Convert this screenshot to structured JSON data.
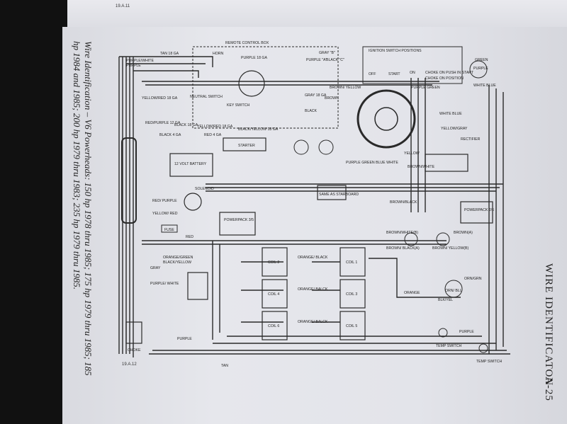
{
  "page": {
    "top_page_ref": "19.A.11",
    "bottom_ref": "19.A.12",
    "running_head": "WIRE IDENTIFICATON",
    "page_number": "A-25",
    "caption_line1": "Wire Identification – V6 Powerheads: 150 hp 1978 thru 1985; 175 hp 1979 thru 1985; 185",
    "caption_line2": "hp 1984 and 1985; 200 hp 1979 thru 1983; 235 hp 1979 thru 1985."
  },
  "diagram": {
    "remote_control_box": "REMOTE CONTROL BOX",
    "ignition_switch_positions": "IGNITION SWITCH POSITIONS",
    "ign_off": "OFF",
    "ign_start": "START",
    "ign_on": "ON",
    "ign_choke": "CHOKE ON PUSH IN START",
    "ign_choke2": "CHOKE ON POSITION",
    "tan18": "TAN 18 GA",
    "horn": "HORN",
    "purple18": "PURPLE 18 GA",
    "purple_white": "PURPLE/WHITE",
    "purple": "PURPLE",
    "gray_b": "GRAY \"B\"",
    "purple_a": "PURPLE \"A\"",
    "black_c": "BLACK \"C\"",
    "gray18": "GRAY 18 GA",
    "black": "BLACK",
    "yellow_red18": "YELLOW/RED 18 GA",
    "neutral_switch": "NEUTRAL SWITCH",
    "key_switch": "KEY SWITCH",
    "red_purple12": "RED/PURPLE 12 GA",
    "black18": "BLACK 18 GA",
    "yellow_red18b": "YELLOW/RED 18 GA",
    "black_yellow18": "BLACK/YELLOW 18 GA",
    "black4": "BLACK 4 GA",
    "red4": "RED 4 GA",
    "starter": "STARTER",
    "battery": "12 VOLT BATTERY",
    "solenoid": "SOLENOID",
    "red_purple": "RED/ PURPLE",
    "yellow_red": "YELLOW/ RED",
    "fuse": "FUSE",
    "red": "RED",
    "brown_yellow": "BROWN/ YELLOW",
    "brown": "BROWN",
    "purple_green": "PURPLE GREEN",
    "white_blue": "WHITE BLUE",
    "yellow_gray": "YELLOW/GRAY",
    "yellow": "YELLOW",
    "rectifier": "RECTIFIER",
    "brown_white": "BROWN/WHITE",
    "same_as_starboard": "SAME AS STARBOARD",
    "purple_green_blue_white": "PURPLE GREEN BLUE WHITE",
    "brown_black": "BROWN/BLACK",
    "brown_a": "BROWN(A)",
    "brown_white_b": "BROWN/WHITE(B)",
    "brown_black_a": "BROWN/ BLACK(A)",
    "brown_yellow_b": "BROWN/ YELLOW(B)",
    "powerpack_35": "POWERPACK 3/5",
    "powerpack_2": "POWERPACK 2/6",
    "orange_black": "ORANGE/ BLACK",
    "orange_green": "ORANGE/GREEN",
    "black_yellow": "BLACK/YELLOW",
    "gray": "GRAY",
    "purple_white2": "PURPLE/ WHITE",
    "orange": "ORANGE",
    "coil2": "COIL 2",
    "coil1": "COIL 1",
    "coil4": "COIL 4",
    "coil3": "COIL 3",
    "coil6": "COIL 6",
    "coil5": "COIL 5",
    "orange_balck": "ORANGE/ BALCK",
    "orn_grn": "ORN/GRN",
    "orn_blu": "ORN/ BLU",
    "blk_yel": "BLK/YEL",
    "temp_switch": "TEMP SWITCH",
    "choke": "CHOKE",
    "tan": "TAN",
    "green": "GREEN",
    "green_purple": "GREEN PURPLE",
    "white_blue2": "WHITE BLUE"
  }
}
